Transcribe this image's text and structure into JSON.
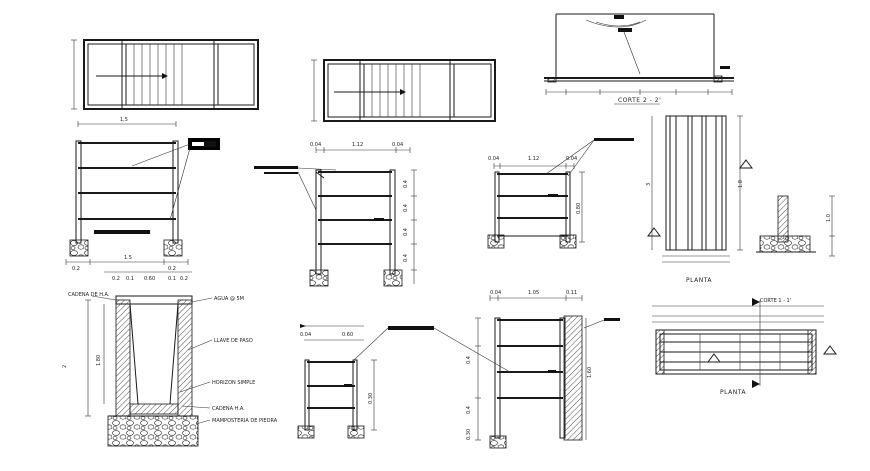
{
  "drawing": {
    "section_title": "CORTE 2 - 2'",
    "section_title_2": "CORTE 1 - 1'",
    "plan_title_1": "PLANTA",
    "plan_title_2": "PLANTA"
  },
  "annotations": {
    "cadena_ha_top": "CADENA DE H.A.",
    "agua": "AGUA @ 5M",
    "llave_de_paso": "LLAVE DE PASO",
    "horizon_simple": "HORIZON SIMPLE",
    "cadena_ha": "CADENA H.A.",
    "mamposteria": "MAMPOSTERIA DE PIEDRA"
  },
  "dimensions": {
    "d_1_5": "1,5",
    "d_0_2a": "0.2",
    "d_1_5b": "1.5",
    "d_0_2b": "0.2",
    "d_0_2c": "0.2",
    "d_0_1": "0.1",
    "d_0_60": "0.60",
    "d_0_1b": "0.1",
    "d_0_2d": "0.2",
    "d_0_04a": "0.04",
    "d_1_12": "1.12",
    "d_0_04b": "0.04",
    "d_0_4a": "0.4",
    "d_0_4b": "0.4",
    "d_0_4c": "0.4",
    "d_0_4d": "0.4",
    "d_0_04c": "0.04",
    "d_1_12b": "1.12",
    "d_0_04d": "0.04",
    "d_0_80": "0.80",
    "d_2": "2",
    "d_1_80": "1.80",
    "d_0_30": "0.30",
    "d_0_04e": "0.04",
    "d_1_05": "1.05",
    "d_0_11": "0.11",
    "d_0_4e": "0.4",
    "d_0_4f": "0.4",
    "d_0_30b": "0.30",
    "d_1_60": "1.60",
    "d_0_04f": "0.04",
    "d_0_60b": "0.60",
    "d_1_8": "1.8",
    "d_1_0": "1.0",
    "d_3": "3"
  }
}
